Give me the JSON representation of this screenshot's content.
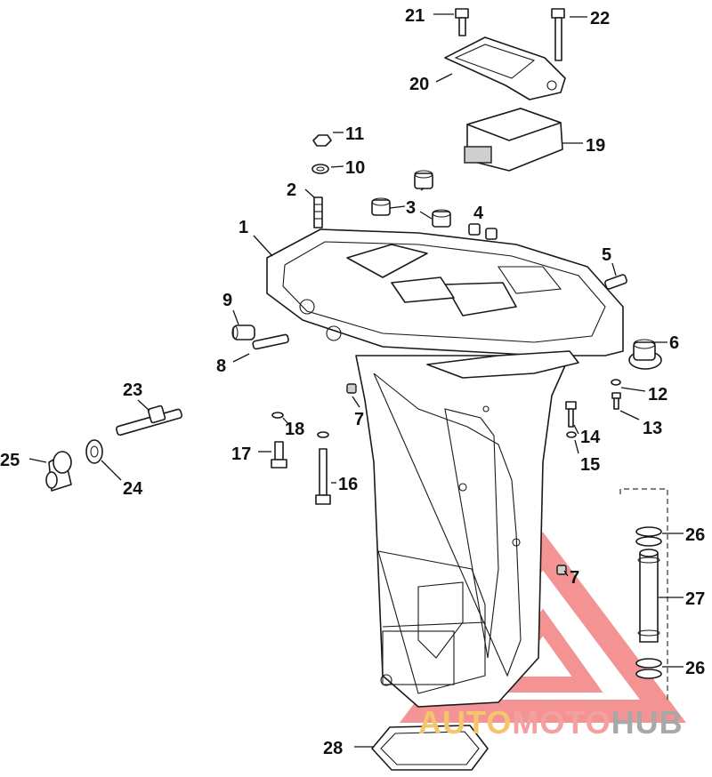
{
  "callouts": [
    {
      "id": "c21",
      "label": "21"
    },
    {
      "id": "c22",
      "label": "22"
    },
    {
      "id": "c20",
      "label": "20"
    },
    {
      "id": "c19",
      "label": "19"
    },
    {
      "id": "c11",
      "label": "11"
    },
    {
      "id": "c10",
      "label": "10"
    },
    {
      "id": "c2",
      "label": "2"
    },
    {
      "id": "c3",
      "label": "3"
    },
    {
      "id": "c4",
      "label": "4"
    },
    {
      "id": "c1",
      "label": "1"
    },
    {
      "id": "c5",
      "label": "5"
    },
    {
      "id": "c9",
      "label": "9"
    },
    {
      "id": "c6",
      "label": "6"
    },
    {
      "id": "c8",
      "label": "8"
    },
    {
      "id": "c12",
      "label": "12"
    },
    {
      "id": "c23",
      "label": "23"
    },
    {
      "id": "c7a",
      "label": "7"
    },
    {
      "id": "c13",
      "label": "13"
    },
    {
      "id": "c18",
      "label": "18"
    },
    {
      "id": "c14",
      "label": "14"
    },
    {
      "id": "c17",
      "label": "17"
    },
    {
      "id": "c25",
      "label": "25"
    },
    {
      "id": "c15",
      "label": "15"
    },
    {
      "id": "c24",
      "label": "24"
    },
    {
      "id": "c16",
      "label": "16"
    },
    {
      "id": "c26a",
      "label": "26"
    },
    {
      "id": "c7b",
      "label": "7"
    },
    {
      "id": "c27",
      "label": "27"
    },
    {
      "id": "c26b",
      "label": "26"
    },
    {
      "id": "c28",
      "label": "28"
    }
  ],
  "watermark": {
    "part1": "AUTO",
    "part2": "MOTO",
    "part3": "HUB",
    "colors": {
      "auto": "#f5c56b",
      "moto": "#f4a0a0",
      "hub": "#a8a8a8",
      "triangle": "#f07070"
    }
  }
}
